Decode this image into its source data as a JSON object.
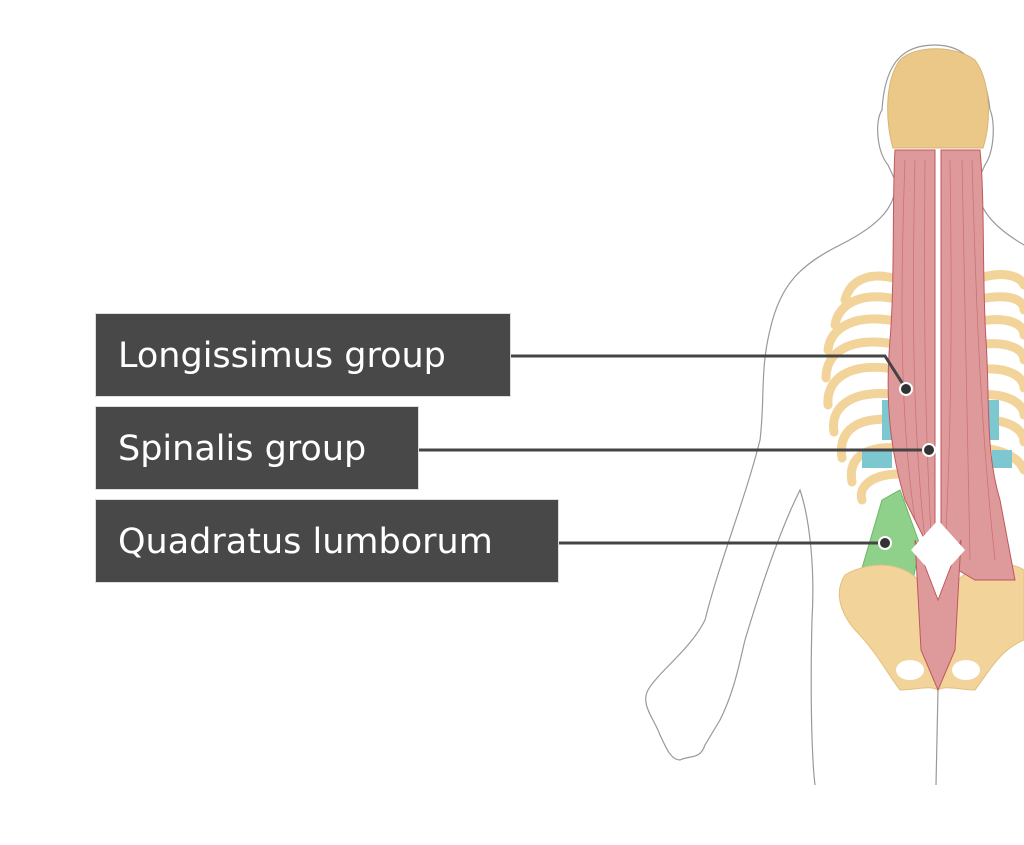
{
  "labels": [
    {
      "id": "longissimus",
      "text": "Longissimus group"
    },
    {
      "id": "spinalis",
      "text": "Spinalis group"
    },
    {
      "id": "quadratus",
      "text": "Quadratus lumborum"
    }
  ],
  "colors": {
    "label_bg": "#484848",
    "muscle": "#de9a9a",
    "muscle_line": "#c0575e",
    "bone": "#f2d39a",
    "skull": "#ebc888",
    "quadratus": "#8fd08a",
    "cartilage": "#7cc7d0",
    "leader": "#444444"
  }
}
